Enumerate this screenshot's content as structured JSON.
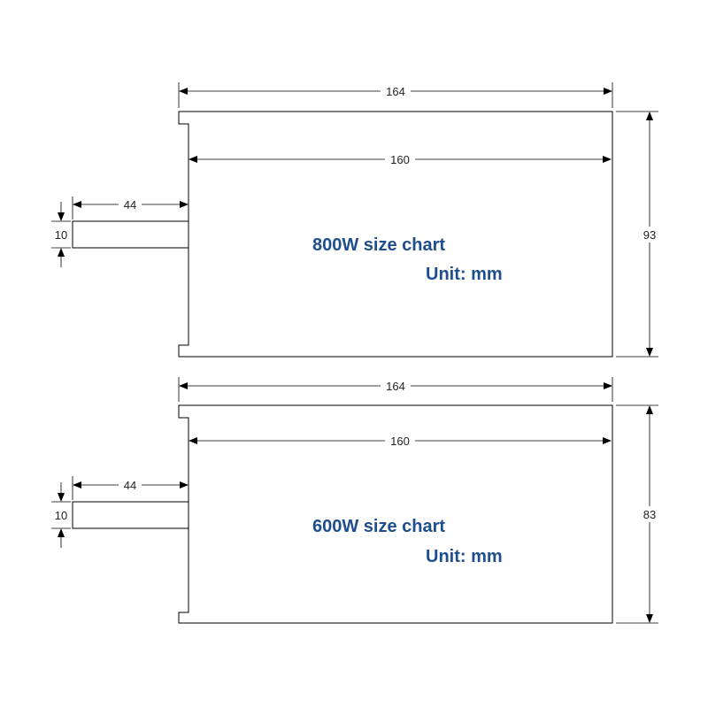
{
  "charts": [
    {
      "title": "800W size chart",
      "unit": "Unit: mm",
      "dims": {
        "overall_width": "164",
        "inner_width": "160",
        "height": "93",
        "tab_length": "44",
        "tab_height": "10"
      }
    },
    {
      "title": "600W size chart",
      "unit": "Unit: mm",
      "dims": {
        "overall_width": "164",
        "inner_width": "160",
        "height": "83",
        "tab_length": "44",
        "tab_height": "10"
      }
    }
  ],
  "colors": {
    "title": "#1f4e8c",
    "line": "#000000"
  }
}
